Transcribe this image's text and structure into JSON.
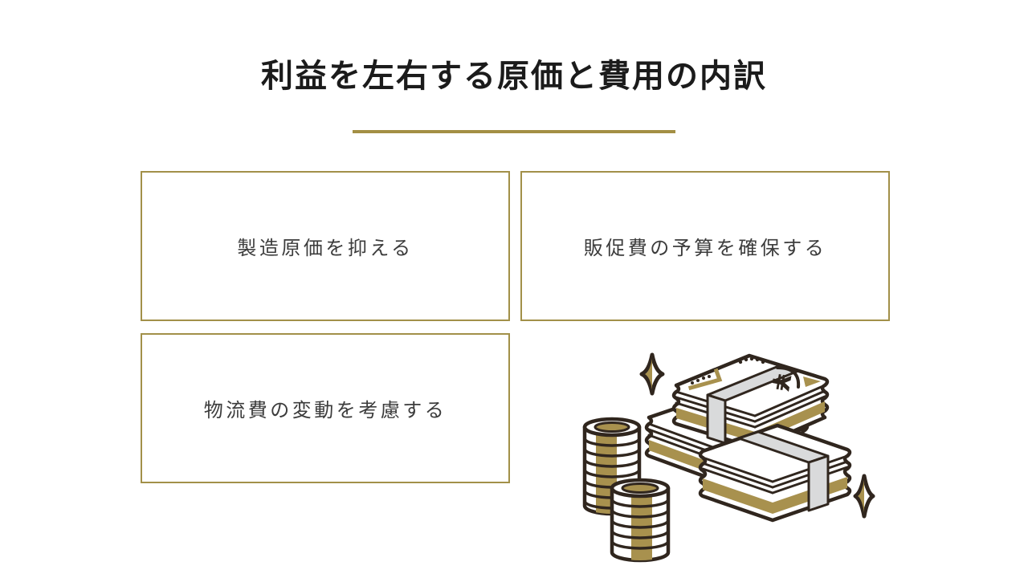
{
  "slide": {
    "title": "利益を左右する原価と費用の内訳",
    "accent_color": "#A29049",
    "text_color": "#3C3C3C",
    "title_color": "#1B1B1B",
    "items": [
      "製造原価を抑える",
      "販促費の予算を確保する",
      "物流費の変動を考慮する"
    ],
    "illustration": {
      "name": "money-bundles-and-coin-stacks",
      "currency_symbol": "¥",
      "colors": {
        "outline": "#30261E",
        "gold": "#A8914E",
        "strap_gray": "#D9DADB",
        "white": "#FFFFFF"
      }
    }
  }
}
